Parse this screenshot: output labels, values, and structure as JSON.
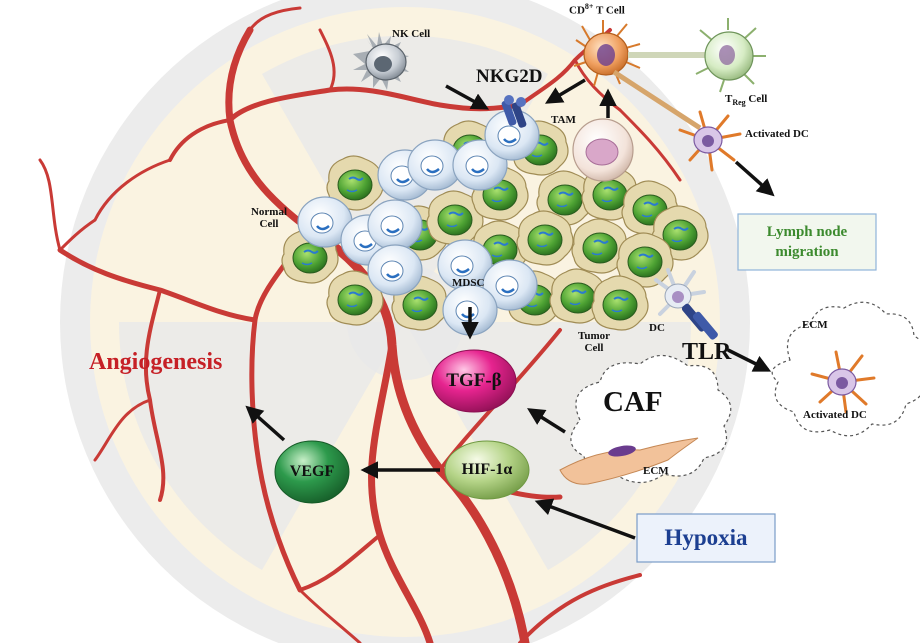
{
  "colors": {
    "vessel": "#c93a36",
    "angiogenesis": "#c62026",
    "tgf": "#e6248f",
    "vegf": "#2d9a4c",
    "hif": "#a6c977",
    "lymph_box_border": "#8fb3d9",
    "lymph_box_fill": "#f2f7ee",
    "lymph_text": "#3c8a2e",
    "hypoxia_fill": "#ecf2fb",
    "hypoxia_text": "#1c3f91",
    "background_symbol": "#f7f0de"
  },
  "labels": {
    "nk_cell": "NK Cell",
    "cd8_prefix": "CD",
    "cd8_sup": "8+",
    "cd8_suffix": " T Cell",
    "nkg2d": "NKG2D",
    "treg_prefix": "T",
    "treg_sub": "Reg",
    "treg_suffix": " Cell",
    "tam": "TAM",
    "activated_dc_top": "Activated  DC",
    "normal_cell_line1": "Normal",
    "normal_cell_line2": "Cell",
    "lymph_line1": "Lymph  node",
    "lymph_line2": "migration",
    "mdsc": "MDSC",
    "ecm_top": "ECM",
    "dc": "DC",
    "tumor_line1": "Tumor",
    "tumor_line2": "Cell",
    "tlr": "TLR",
    "angiogenesis": "Angiogenesis",
    "tgf_beta": "TGF-β",
    "activated_dc_bottom": "Activated  DC",
    "caf": "CAF",
    "ecm_bottom": "ECM",
    "vegf": "VEGF",
    "hif1a": "HIF-1α",
    "hypoxia": "Hypoxia"
  },
  "icons": [
    "radiation-symbol-icon",
    "blood-vessel-icon",
    "nk-cell-icon",
    "cd8-t-cell-icon",
    "treg-cell-icon",
    "activated-dc-icon",
    "tam-icon",
    "receptor-icon",
    "normal-cell-icon",
    "tumor-cell-icon",
    "dc-icon",
    "caf-cell-icon"
  ]
}
